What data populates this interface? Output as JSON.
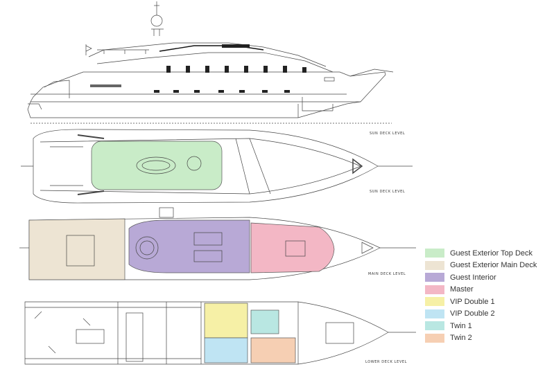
{
  "deck_labels": {
    "sun_top": "SUN DECK LEVEL",
    "sun": "SUN DECK LEVEL",
    "main": "MAIN DECK LEVEL",
    "lower": "LOWER DECK LEVEL"
  },
  "legend": [
    {
      "label": "Guest Exterior Top Deck",
      "color": "#c9ecc8"
    },
    {
      "label": "Guest Exterior Main Deck",
      "color": "#ede4d3"
    },
    {
      "label": "Guest Interior",
      "color": "#b8a9d6"
    },
    {
      "label": "Master",
      "color": "#f3b7c5"
    },
    {
      "label": "VIP Double 1",
      "color": "#f6f0a6"
    },
    {
      "label": "VIP Double 2",
      "color": "#bfe4f3"
    },
    {
      "label": "Twin 1",
      "color": "#b9e7e2"
    },
    {
      "label": "Twin 2",
      "color": "#f6cfb3"
    }
  ]
}
